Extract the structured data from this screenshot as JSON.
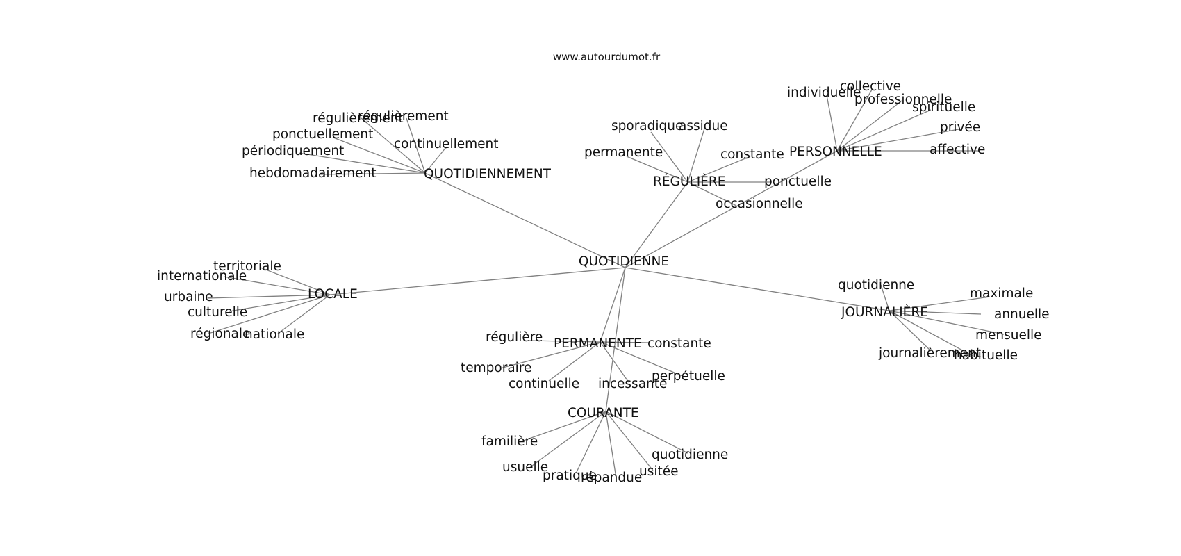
{
  "source": "www.autourdumot.fr",
  "hub": "QUOTIDIENNE",
  "clusters": [
    {
      "label": "QUOTIDIENNEMENT",
      "words": [
        "régulièrement",
        "régulièrement",
        "ponctuellement",
        "continuellement",
        "périodiquement",
        "hebdomadairement"
      ]
    },
    {
      "label": "RÉGULIÈRE",
      "words": [
        "sporadique",
        "assidue",
        "permanente",
        "constante",
        "ponctuelle",
        "occasionnelle"
      ]
    },
    {
      "label": "PERSONNELLE",
      "words": [
        "individuelle",
        "collective",
        "professionnelle",
        "spirituelle",
        "privée",
        "affective"
      ]
    },
    {
      "label": "LOCALE",
      "words": [
        "territoriale",
        "internationale",
        "urbaine",
        "culturelle",
        "régionale",
        "nationale"
      ]
    },
    {
      "label": "JOURNALIÈRE",
      "words": [
        "quotidienne",
        "maximale",
        "annuelle",
        "mensuelle",
        "journalièrement",
        "habituelle"
      ]
    },
    {
      "label": "PERMANENTE",
      "words": [
        "régulière",
        "constante",
        "temporaire",
        "continuelle",
        "incessante",
        "perpétuelle"
      ]
    },
    {
      "label": "COURANTE",
      "words": [
        "familière",
        "usuelle",
        "pratique",
        "répandue",
        "usitée",
        "quotidienne"
      ]
    }
  ]
}
